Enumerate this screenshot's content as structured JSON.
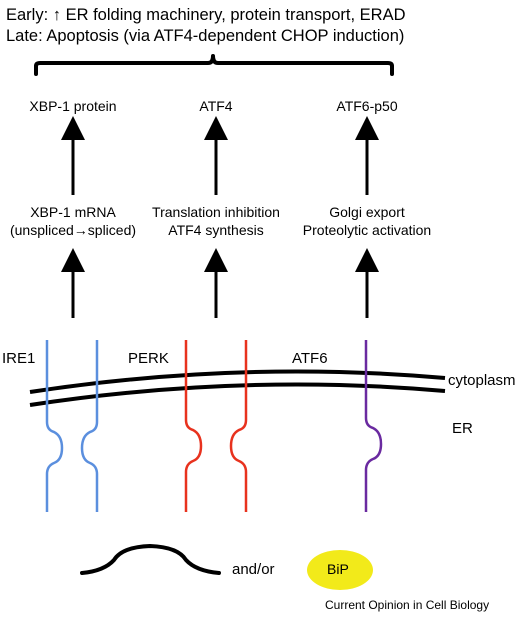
{
  "header": {
    "early": "Early: ↑ ER folding machinery, protein transport, ERAD",
    "late": "Late: Apoptosis (via ATF4-dependent CHOP induction)"
  },
  "products": [
    "XBP-1 protein",
    "ATF4",
    "ATF6-p50"
  ],
  "steps": [
    [
      "XBP-1 mRNA",
      "(unspliced→spliced)"
    ],
    [
      "Translation inhibition",
      "ATF4 synthesis"
    ],
    [
      "Golgi export",
      "Proteolytic activation"
    ]
  ],
  "sensors": [
    "IRE1",
    "PERK",
    "ATF6"
  ],
  "compartments": {
    "cytoplasm": "cytoplasm",
    "er": "ER"
  },
  "legend": {
    "connector": "and/or",
    "bip": "BiP"
  },
  "credit": "Current Opinion in Cell Biology",
  "colors": {
    "ire1": "#5b8fde",
    "perk": "#e8321e",
    "atf6": "#6a2aa0",
    "bip": "#f2ea1a",
    "ink": "#000000"
  }
}
